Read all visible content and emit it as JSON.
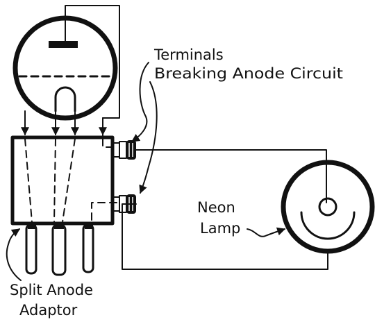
{
  "labels": {
    "terminals_line1": "Terminals",
    "terminals_line2": "Breaking Anode Circuit",
    "neon_line1": "Neon",
    "neon_line2": "Lamp",
    "adaptor_line1": "Split Anode",
    "adaptor_line2": "Adaptor"
  }
}
